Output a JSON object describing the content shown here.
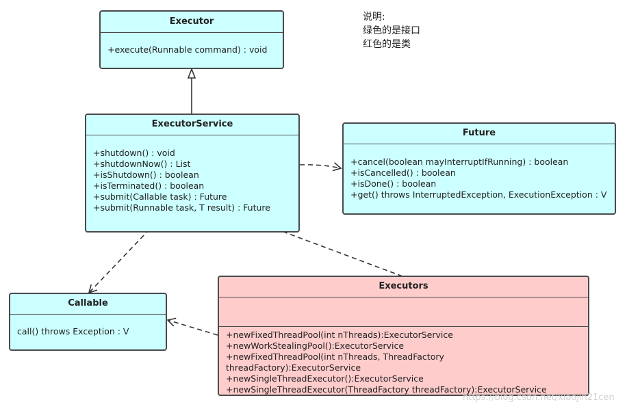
{
  "note": {
    "lines": [
      "说明:",
      "绿色的是接口",
      "红色的是类"
    ]
  },
  "boxes": {
    "executor": {
      "title": "Executor",
      "methods": [
        "+execute(Runnable command) : void"
      ]
    },
    "executor_service": {
      "title": "ExecutorService",
      "methods": [
        "+shutdown() : void",
        "+shutdownNow() : List",
        "+isShutdown() : boolean",
        "+isTerminated() : boolean",
        "+submit(Callable task) : Future",
        "+submit(Runnable task, T result) : Future"
      ]
    },
    "future": {
      "title": "Future",
      "methods": [
        "+cancel(boolean mayInterruptIfRunning) : boolean",
        "+isCancelled() : boolean",
        "+isDone() : boolean",
        "+get() throws InterruptedException, ExecutionException : V"
      ]
    },
    "callable": {
      "title": "Callable",
      "methods": [
        "call() throws Exception : V"
      ]
    },
    "executors": {
      "title": "Executors",
      "methods": [
        "+newFixedThreadPool(int nThreads):ExecutorService",
        "+newWorkStealingPool():ExecutorService",
        "+newFixedThreadPool(int nThreads, ThreadFactory threadFactory):ExecutorService",
        "+newSingleThreadExecutor():ExecutorService",
        "+newSingleThreadExecutor(ThreadFactory threadFactory):ExecutorService",
        "......"
      ]
    }
  },
  "colors": {
    "interface_fill": "#ccffff",
    "class_fill": "#ffcccc",
    "border": "#4a4a4a",
    "line": "#333333"
  },
  "watermark": "https://blog.csdn.net/xiaojin21cen"
}
